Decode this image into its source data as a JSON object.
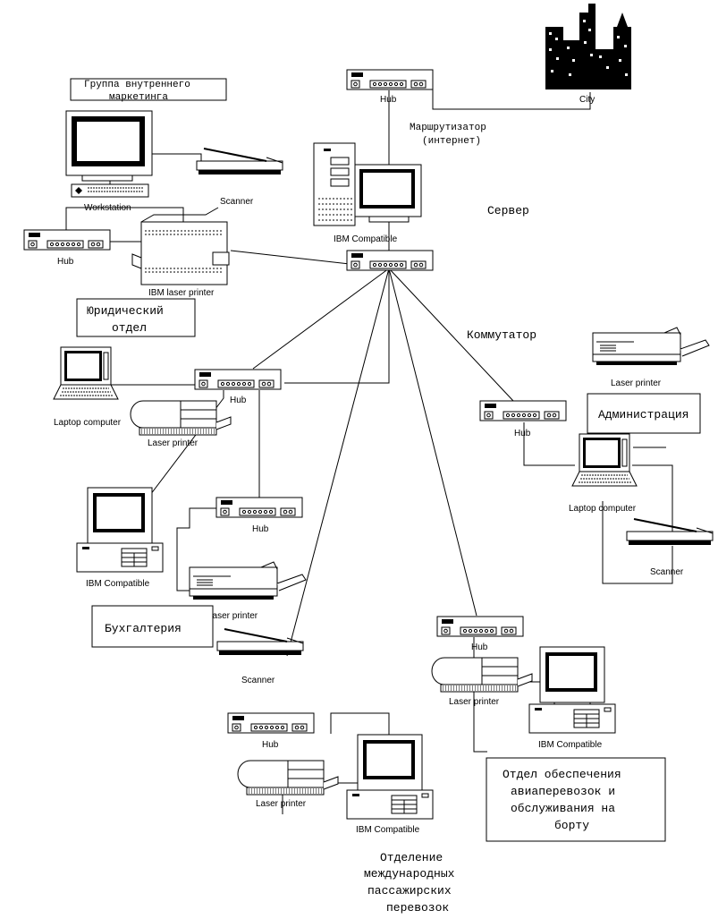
{
  "labels": {
    "hub": "Hub",
    "city": "City",
    "workstation": "Workstation",
    "scanner": "Scanner",
    "ibm_compatible": "IBM Compatible",
    "ibm_laser_printer": "IBM laser printer",
    "laser_printer": "Laser printer",
    "laptop_computer": "Laptop computer"
  },
  "annotations": {
    "router_line1": "Маршрутизатор",
    "router_line2": "(интернет)",
    "server": "Сервер",
    "switch": "Коммутатор"
  },
  "departments": {
    "marketing_line1": "Группа внутреннего",
    "marketing_line2": "маркетинга",
    "legal_line1": "Юридический",
    "legal_line2": "отдел",
    "administration": "Администрация",
    "accounting": "Бухгалтерия",
    "aviation_line1": "Отдел обеспечения",
    "aviation_line2": "авиаперевозок и",
    "aviation_line3": "обслуживания на",
    "aviation_line4": "борту",
    "intl_line1": "Отделение",
    "intl_line2": "международных",
    "intl_line3": "пассажирских",
    "intl_line4": "перевозок"
  },
  "colors": {
    "ink": "#000000",
    "paper": "#ffffff"
  }
}
